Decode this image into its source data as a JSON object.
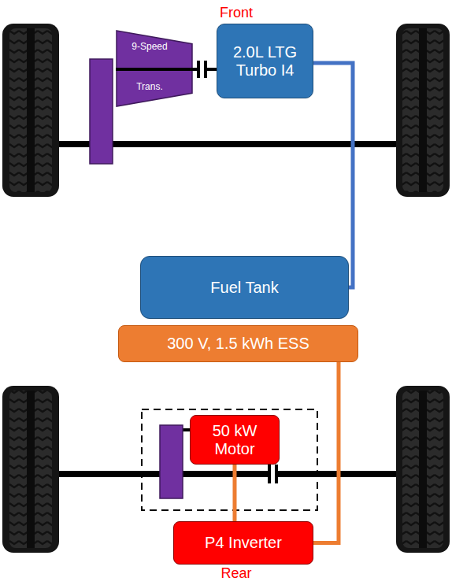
{
  "diagram": {
    "nodes": [
      {
        "text": [
          "9-Speed",
          "Trans."
        ]
      },
      {
        "text": [
          "2.0L LTG Turbo I4"
        ]
      },
      {
        "text": [
          "Fuel Tank"
        ]
      },
      {
        "text": [
          "300 V, 1.5 kWh ESS"
        ]
      },
      {
        "text": [
          "50 kW Motor"
        ]
      },
      {
        "text": [
          "P4 Inverter"
        ]
      }
    ],
    "edges": [
      {
        "from": 0,
        "to": 1,
        "arrow": "none"
      },
      {
        "from": 1,
        "to": 2,
        "arrow": "none"
      },
      {
        "from": 3,
        "to": 5,
        "arrow": "none"
      },
      {
        "from": 4,
        "to": 5,
        "arrow": "none"
      }
    ],
    "labels": [
      "Front",
      "Rear"
    ]
  }
}
